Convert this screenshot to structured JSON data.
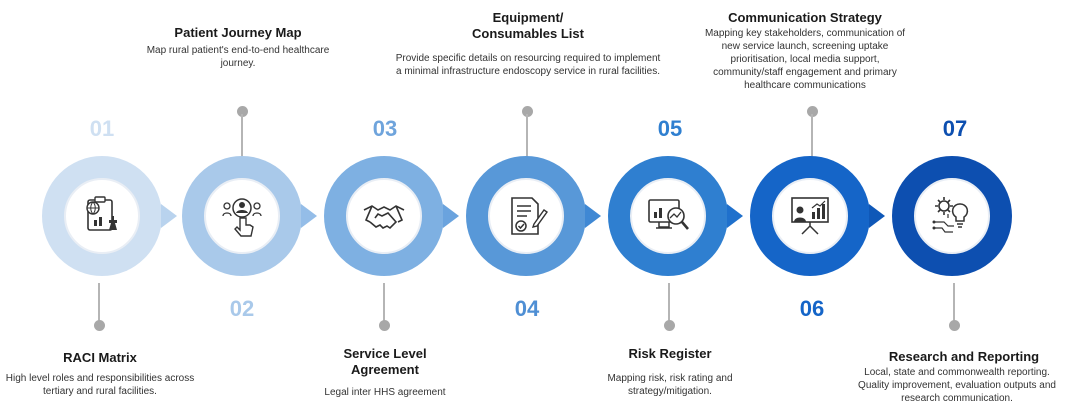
{
  "steps": [
    {
      "number": "01",
      "title": "RACI Matrix",
      "description": "High level roles and responsibilities across tertiary and rural facilities.",
      "icon": "strategy-globe-chess-icon",
      "ring_color": "#cfe0f2",
      "number_color": "#cfe0f2"
    },
    {
      "number": "02",
      "title": "Patient Journey Map",
      "description": "Map rural patient's end-to-end healthcare journey.",
      "icon": "patient-touch-network-icon",
      "ring_color": "#a9c9ea",
      "number_color": "#a9c9ea"
    },
    {
      "number": "03",
      "title": "Service Level Agreement",
      "description": "Legal inter HHS agreement",
      "icon": "handshake-icon",
      "ring_color": "#7eb0e2",
      "number_color": "#6fa4dc"
    },
    {
      "number": "04",
      "title": "Equipment/ Consumables List",
      "description": "Provide specific details on resourcing required to implement a minimal infrastructure endoscopy service in rural facilities.",
      "icon": "checklist-document-icon",
      "ring_color": "#5898d8",
      "number_color": "#4f8fd4"
    },
    {
      "number": "05",
      "title": "Risk Register",
      "description": "Mapping risk, risk rating and strategy/mitigation.",
      "icon": "risk-analysis-magnifier-icon",
      "ring_color": "#2f7fd0",
      "number_color": "#2f7fd0"
    },
    {
      "number": "06",
      "title": "Communication Strategy",
      "description": "Mapping key stakeholders, communication of new service launch, screening uptake prioritisation, local media support, community/staff engagement and primary healthcare communications",
      "icon": "presentation-board-icon",
      "ring_color": "#1565c8",
      "number_color": "#1565c8"
    },
    {
      "number": "07",
      "title": "Research and Reporting",
      "description": "Local, state and commonwealth reporting. Quality improvement, evaluation outputs and research communication.",
      "icon": "gear-lightbulb-circuit-icon",
      "ring_color": "#0d4fb0",
      "number_color": "#0d4fb0"
    }
  ]
}
